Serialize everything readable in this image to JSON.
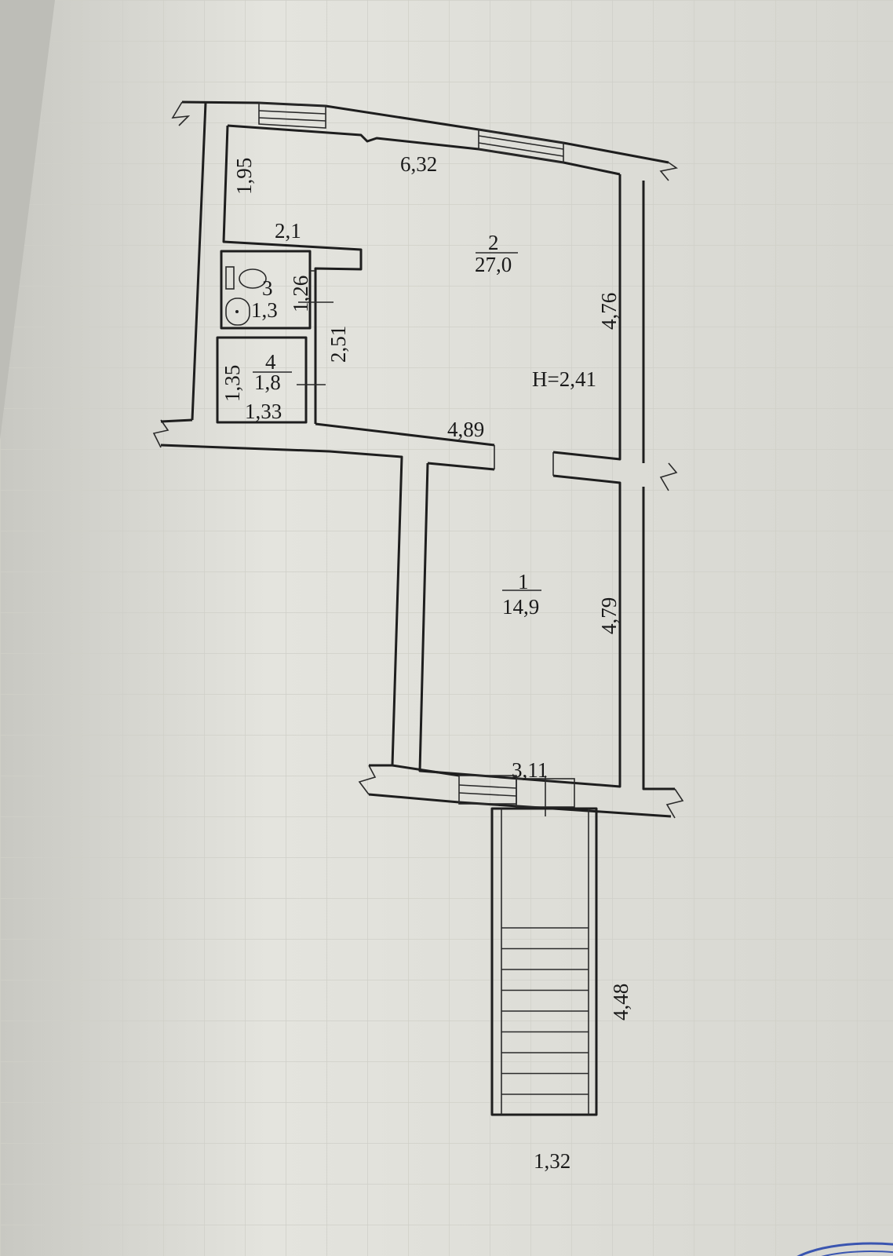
{
  "plan": {
    "rooms": [
      {
        "number": "1",
        "area": "14,9"
      },
      {
        "number": "2",
        "area": "27,0"
      },
      {
        "number": "3",
        "area": "1,3"
      },
      {
        "number": "4",
        "area": "1,8"
      }
    ],
    "ceiling_height": "H=2,41",
    "dimensions": {
      "top_width": "6,32",
      "left_top": "1,95",
      "partition": "2,1",
      "room3_height": "1,26",
      "corridor": "2,51",
      "room4_height": "1,35",
      "room4_width": "1,33",
      "room2_right": "4,76",
      "room2_bottom": "4,89",
      "room1_right": "4,79",
      "room1_bottom": "3,11",
      "stair_length": "4,48",
      "stair_width": "1,32"
    },
    "colors": {
      "paper": "#dcdcd6",
      "ink": "#1e1e1e",
      "stamp": "#3a55b0"
    }
  }
}
